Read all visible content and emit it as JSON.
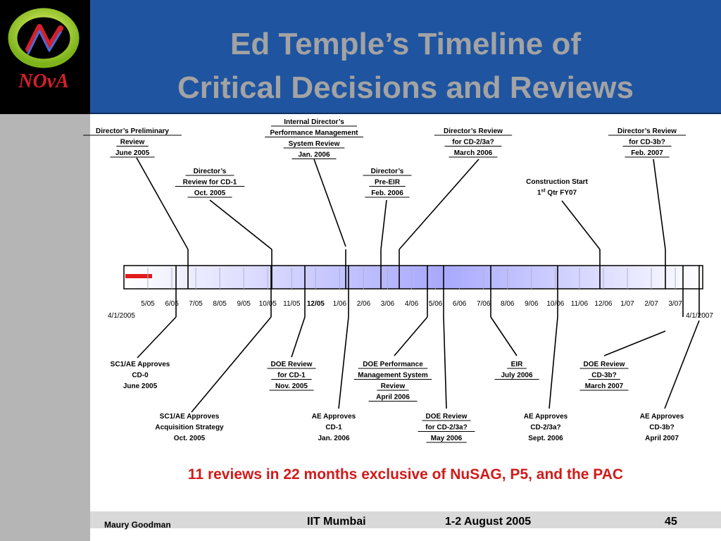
{
  "slide": {
    "title_line1": "Ed Temple’s Timeline of",
    "title_line2": "Critical Decisions and Reviews",
    "summary": "11 reviews in 22 months exclusive of NuSAG, P5, and the PAC",
    "footer": {
      "presenter": "Maury Goodman",
      "venue": "IIT Mumbai",
      "date": "1-2 August 2005",
      "page": "45"
    },
    "logo_text": "NOvA",
    "colors": {
      "title_bar": "#1f54a0",
      "title_text": "#a3a3a3",
      "summary_text": "#d11a1a",
      "today_marker": "#e01b1b",
      "timeline_fill_start": "#ffffff",
      "timeline_fill_end": "#a8a8ff"
    }
  },
  "timeline": {
    "start_label": "4/1/2005",
    "end_label": "4/1/2007",
    "ticks": [
      "5/05",
      "6/05",
      "7/05",
      "8/05",
      "9/05",
      "10/05",
      "11/05",
      "12/05",
      "1/06",
      "2/06",
      "3/06",
      "4/06",
      "5/06",
      "6/06",
      "7/06",
      "8/06",
      "9/06",
      "10/06",
      "11/06",
      "12/06",
      "1/07",
      "2/07",
      "3/07"
    ],
    "bold_tick": "12/05",
    "above": [
      {
        "lines": [
          "Director’s Preliminary",
          "Review",
          "June 2005"
        ]
      },
      {
        "lines": [
          "Director’s",
          "Review for CD-1",
          "Oct. 2005"
        ]
      },
      {
        "lines": [
          "Internal Director’s",
          "Performance Management",
          "System Review",
          "Jan. 2006"
        ]
      },
      {
        "lines": [
          "Director’s",
          "Pre-EIR",
          "Feb. 2006"
        ]
      },
      {
        "lines": [
          "Director’s Review",
          "for CD-2/3a?",
          "March 2006"
        ]
      },
      {
        "lines": [
          "Construction Start",
          "1st Qtr FY07"
        ]
      },
      {
        "lines": [
          "Director’s Review",
          "for CD-3b?",
          "Feb. 2007"
        ]
      }
    ],
    "below": [
      {
        "lines": [
          "SC1/AE Approves",
          "CD-0",
          "June 2005"
        ]
      },
      {
        "lines": [
          "SC1/AE Approves",
          "Acquisition Strategy",
          "Oct. 2005"
        ]
      },
      {
        "lines": [
          "DOE Review",
          "for CD-1",
          "Nov. 2005"
        ]
      },
      {
        "lines": [
          "AE Approves",
          "CD-1",
          "Jan. 2006"
        ]
      },
      {
        "lines": [
          "DOE Performance",
          "Management System",
          "Review",
          "April 2006"
        ]
      },
      {
        "lines": [
          "DOE Review",
          "for CD-2/3a?",
          "May 2006"
        ]
      },
      {
        "lines": [
          "EIR",
          "July 2006"
        ]
      },
      {
        "lines": [
          "AE Approves",
          "CD-2/3a?",
          "Sept. 2006"
        ]
      },
      {
        "lines": [
          "DOE Review",
          "CD-3b?",
          "March 2007"
        ]
      },
      {
        "lines": [
          "AE Approves",
          "CD-3b?",
          "April 2007"
        ]
      }
    ]
  }
}
